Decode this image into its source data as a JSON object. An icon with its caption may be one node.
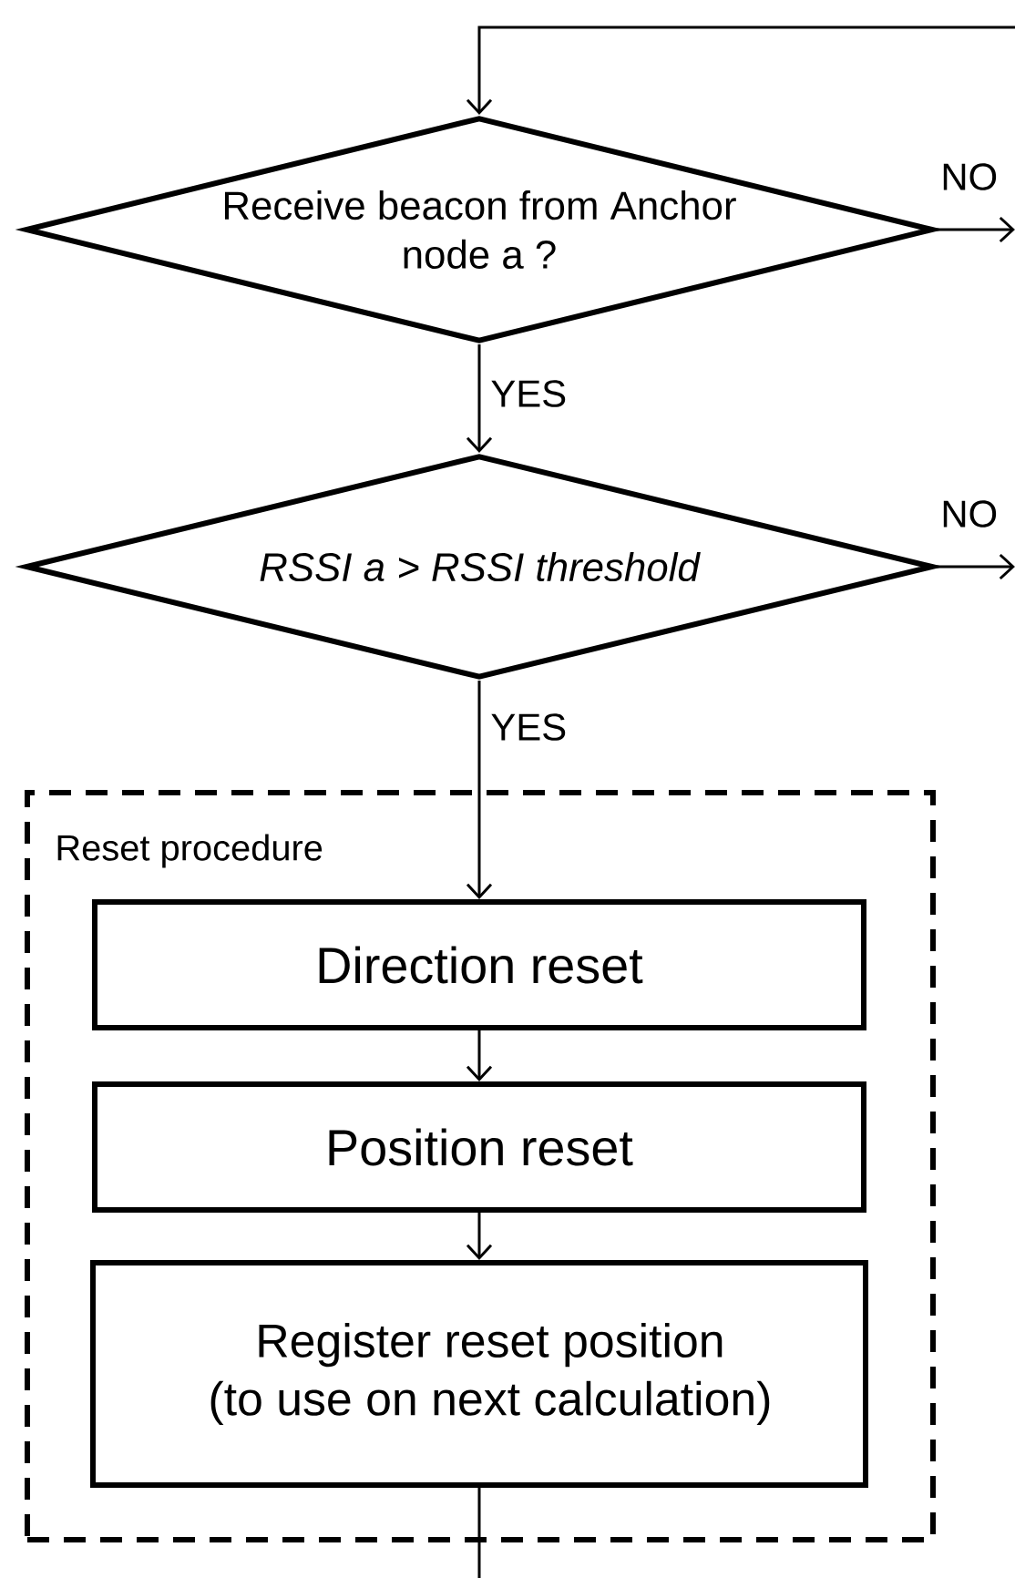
{
  "diagram": {
    "nodes": [
      {
        "text": [
          "Receive beacon from Anchor node a ?"
        ]
      },
      {
        "text": [
          "RSSI a  >  RSSI threshold"
        ]
      },
      {
        "text": [
          "Reset procedure"
        ]
      },
      {
        "text": [
          "Direction reset"
        ],
        "in": 2
      },
      {
        "text": [
          "Position reset"
        ],
        "in": 2
      },
      {
        "text": [
          "Register reset position (to use on next calculation)"
        ],
        "in": 2
      }
    ],
    "edges": [
      {
        "from": null,
        "to": 0,
        "arrow": "to"
      },
      {
        "from": 0,
        "to": null,
        "arrow": "to",
        "label": "NO"
      },
      {
        "from": 0,
        "to": 1,
        "arrow": "to",
        "label": "YES"
      },
      {
        "from": 1,
        "to": null,
        "arrow": "to",
        "label": "NO"
      },
      {
        "from": 1,
        "to": 3,
        "arrow": "to",
        "label": "YES"
      },
      {
        "from": 3,
        "to": 4,
        "arrow": "to"
      },
      {
        "from": 4,
        "to": 5,
        "arrow": "to"
      },
      {
        "from": 5,
        "to": null,
        "arrow": "none"
      }
    ]
  }
}
